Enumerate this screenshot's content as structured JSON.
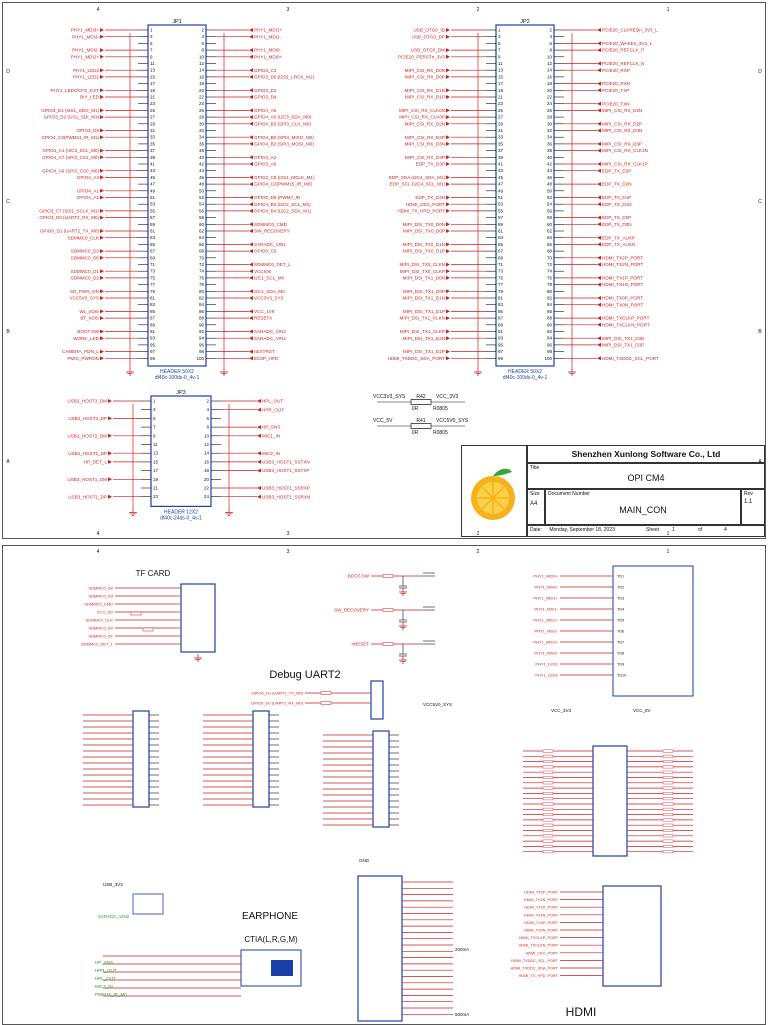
{
  "sheet1": {
    "jp1": {
      "ref": "JP1",
      "footer": "HEADER 50X2",
      "footer2": "df40c-100ds-0_4v-1",
      "left_nets": [
        "PHY1_MDI3+",
        "PHY1_MDI3-",
        "PHY1_MDI2-",
        "PHY1_MDI2+",
        "PHY1_LED2",
        "PHY1_LED1",
        "PHY1_LED0/CFG_EXT",
        "DIY_LED",
        "GPIO3_D1 (I2S1_SDO_M1)",
        "GPIO3_D2 (I2S1_SDI_M1)",
        "GPIO3_D5",
        "GPIO4_C3(PWM11_IR_M1)",
        "GPIO1_A1 (I2C3_SCL_M0)",
        "GPIO4_A7 (SPI3_CS1_M0)",
        "GPIO4_A6 (SPI3_CS0_M0)",
        "GPIO4_A4",
        "GPIO4_A1",
        "GPIO4_A1",
        "GPIO3_C7 (I2S1_SCLK_M1)",
        "GPIO3_D0 (UART2_RX_M0)",
        "GPIO0_D1 (UART2_TX_M0)",
        "SDMMC0_CLK",
        "SDMMC0_D3",
        "SDMMC0_D0",
        "SDMMC0_D1",
        "SDMMC0_D2",
        "SD_PWR_ON",
        "VCC5V0_SYS",
        "WL_nDIS",
        "BT_nDIS",
        "BOOT-SW",
        "WORK_LED",
        "CAMERA_PDN_L",
        "PMIC_PWRON"
      ],
      "right_nets": [
        "PHY1_MDI1+",
        "PHY1_MDI1-",
        "PHY1_MDI0-",
        "PHY1_MDI0+",
        "GPIO3_C3",
        "GPIO3_D0 (I2S1_LRCK_M1)",
        "GPIO3_D3",
        "GPIO3_D4",
        "GPIO4_A5",
        "GPIO4_A0 (I2C3_SDA_M0)",
        "GPIO4_B3 (SPI3_CLK_M0)",
        "GPIO4_B0 (SPI3_MISO_M0)",
        "GPIO4_B2 (SPI3_MOSI_M0)",
        "GPIO4_A2",
        "GPIO3_A6",
        "GPIO3_C6 (I2S1_MCLK_M1)",
        "GPIO4_C3(PWM15_IR_M0)",
        "GPIO0_D5 (PWM7_IR",
        "GPIO4_B3 (I2C2_SCL_M1)",
        "GPIO4_B4 (I2C2_SDA_M1)",
        "SDMMC0_CMD",
        "SW_RECOVERY",
        "SARADC_VIN1",
        "GPIO0_C6",
        "SDMMC0_DET_L",
        "VCCIO6",
        "I2C1_SCL_M0",
        "I2C1_SDA_M0",
        "VCC3V3_SYS",
        "VCC_1V8",
        "RESETn",
        "SARADC_VIN3",
        "SARADC_VIN2",
        "nEXTRST",
        "EC0P_HPD"
      ]
    },
    "jp2": {
      "ref": "JP2",
      "footer": "HEADER 50X2",
      "footer2": "df40c-100ds-0_4v-1",
      "left_nets": [
        "USB_OTG0_ID",
        "USB_OTG0_DP",
        "USB_OTG0_DM",
        "PCIE20_PERSTn_3V3",
        "MIPI_CSI_RX_D0N",
        "MIPI_CSI_RX_D0P",
        "MIPI_CSI_RX_D1N",
        "MIPI_CSI_RX_D1P",
        "MIPI_CSI_RX_CLK0N",
        "MIPI_CSI_RX_CLK0P",
        "MIPI_CSI_RX_D2N",
        "MIPI_CSI_RX_D2P",
        "MIPI_CSI_RX_D3N",
        "MIPI_CSI_RX_D3P",
        "EDP_TX_D3P",
        "EDP_SDA (I2C4_SDA_M1)",
        "EDP_SCL (I2C4_SCL_M1)",
        "EDP_TX_D3N",
        "HDMI_CEC_PORT",
        "HDMI_TX_HPD_PORT",
        "MIPI_DSI_TX0_D0N",
        "MIPI_DSI_TX0_D0P",
        "MIPI_DSI_TX0_D1N",
        "MIPI_DSI_TX0_D1P",
        "MIPI_DSI_TX0_CLKN",
        "MIPI_DSI_TX0_CLKP",
        "MIPI_DSI_TX1_D0N",
        "MIPI_DSI_TX1_D0P",
        "MIPI_DSI_TX1_D1N",
        "MIPI_DSI_TX1_D1P",
        "MIPI_DSI_TX1_CLKN",
        "MIPI_DSI_TX1_CLKP",
        "MIPI_DSI_TX1_D2N",
        "MIPI_DSI_TX1_D2P",
        "HDMI_TXDDC_SDA_PORT"
      ],
      "right_nets": [
        "PCIE20_CLKREQn_3V3_L",
        "PCIE20_WAKEn_3V3_L",
        "PCIE20_REFCLK_P",
        "PCIE20_REFCLK_N",
        "PCIE20_RXP",
        "PCIE20_RXN",
        "PCIE20_TXP",
        "PCIE20_TXN",
        "MIPI_CSI_RX_D2N",
        "MIPI_CSI_RX_D2P",
        "MIPI_CSI_RX_D3N",
        "MIPI_CSI_RX_D3P",
        "MIPI_CSI_RX_CLK1N",
        "MIPI_CSI_RX_CLK1P",
        "EDP_TX_D2P",
        "EDP_TX_D2N",
        "EDP_TX_D1P",
        "EDP_TX_D1N",
        "EDP_TX_D0P",
        "EDP_TX_D0N",
        "EDP_TX_AUXP",
        "EDP_TX_AUXN",
        "HDMI_TX2P_PORT",
        "HDMI_TX2N_PORT",
        "HDMI_TX1P_PORT",
        "HDMI_TX1N_PORT",
        "HDMI_TX0P_PORT",
        "HDMI_TX0N_PORT",
        "HDMI_TXCLKP_PORT",
        "HDMI_TXCLKN_PORT",
        "MIPI_DSI_TX1_D3N",
        "MIPI_DSI_TX1_D3P",
        "HDMI_TXDDC_SCL_PORT"
      ]
    },
    "jp3": {
      "ref": "JP3",
      "footer": "HEADER 12X2",
      "footer2": "df40c-24ds-0_4v-1",
      "left_nets": [
        "USB2_HOST3_DM",
        "USB2_HOST3_DP",
        "USB2_HOST2_DM",
        "USB2_HOST2_DP",
        "HP_DET_L",
        "USB3_HOST1_DM",
        "USB3_HOST1_DP"
      ],
      "right_nets": [
        "HPL_OUT",
        "HPR_OUT",
        "HP_SNS",
        "MIC1_IN",
        "MIC2_IN",
        "USB3_HOST1_SSTXN",
        "USB3_HOST1_SSTXP",
        "USB3_HOST1_SSRXP",
        "USB3_HOST1_SSRXN"
      ]
    },
    "resistors": [
      {
        "ref": "R42",
        "value": "0R",
        "pkg": "R0805",
        "from": "VCC3V3_SYS",
        "to": "VCC_3V3"
      },
      {
        "ref": "R41",
        "value": "0R",
        "pkg": "R0805",
        "from": "VCC_5V",
        "to": "VCC5V0_SYS"
      }
    ],
    "title_block": {
      "company": "Shenzhen Xunlong Software Co., Ltd",
      "title_label": "Title",
      "title": "OPI CM4",
      "size_label": "Size",
      "size": "A4",
      "docnum_label": "Document Number",
      "docnum": "MAIN_CON",
      "rev_label": "Rev",
      "rev": "1.1",
      "date_label": "Date:",
      "date": "Monday, September 18, 2023",
      "sheet_label": "Sheet",
      "sheet": "1",
      "of_label": "of",
      "of": "4"
    }
  },
  "sheet2": {
    "titles": {
      "tf_card": "TF CARD",
      "debug_uart": "Debug UART2",
      "earphone": "EARPHONE",
      "ctia": "CTIA(L,R,G,M)",
      "hdmi": "HDMI"
    },
    "tf_nets": [
      "SDMMC0_D2",
      "SDMMC0_D3",
      "SDMMC0_CMD",
      "VCC_SD",
      "SDMMC0_CLK",
      "SDMMC0_D0",
      "SDMMC0_D1",
      "SDMMC0_DET_L"
    ],
    "uart_nets": [
      "GPIO0_D1 (UART2_TX_M0)",
      "GPIO0_D0 (UART2_RX_M0)"
    ],
    "key_labels": [
      "BOOT-SW",
      "SW_RECOVERY",
      "nRESET"
    ],
    "eth_nets": [
      "PHY1_MDI0+",
      "PHY1_MDI0-",
      "PHY1_MDI1+",
      "PHY1_MDI1-",
      "PHY1_MDI2+",
      "PHY1_MDI2-",
      "PHY1_MDI3+",
      "PHY1_MDI3-",
      "PHY1_LED1",
      "PHY1_LED2"
    ],
    "hdmi_nets": [
      "HDMI_TX2P_PORT",
      "HDMI_TX2N_PORT",
      "HDMI_TX1P_PORT",
      "HDMI_TX1N_PORT",
      "HDMI_TX0P_PORT",
      "HDMI_TX0N_PORT",
      "HDMI_TXCLKP_PORT",
      "HDMI_TXCLKN_PORT",
      "HDMI_CEC_PORT",
      "HDMI_TXDDC_SCL_PORT",
      "HDMI_TXDDC_SDA_PORT",
      "HDMI_TX_HPD_PORT"
    ],
    "misc_labels": [
      "VCC_3V3",
      "VCC_5V",
      "VCC5V0_SYS",
      "GND",
      "200mA",
      "500mA",
      "USB_3V3",
      "SARADC_VIN2",
      "HP_SNS",
      "HPR_OUT",
      "HPL_OUT",
      "MIC2_IN",
      "PWM15_IR_M0"
    ]
  }
}
